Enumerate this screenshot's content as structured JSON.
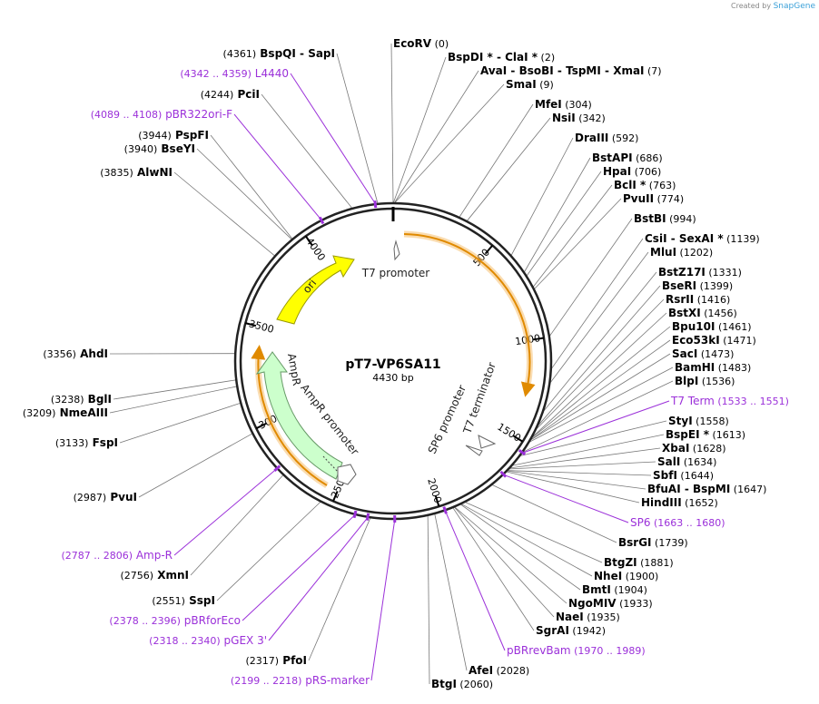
{
  "credit": {
    "prefix": "Created by",
    "brand": "SnapGene"
  },
  "plasmid": {
    "name": "pT7-VP6SA11",
    "length_label": "4430 bp",
    "length": 4430
  },
  "ticks": [
    "500",
    "1000",
    "1500",
    "2000",
    "2500",
    "3000",
    "3500",
    "4000"
  ],
  "features": [
    {
      "name": "T7 promoter",
      "color": "#ffffff",
      "outline": "#666666"
    },
    {
      "name": "SP6 promoter",
      "color": "#ffffff",
      "outline": "#666666"
    },
    {
      "name": "T7 terminator",
      "color": "#ffffff",
      "outline": "#666666"
    },
    {
      "name": "AmpR",
      "color": "#ccffcc",
      "outline": "#669966"
    },
    {
      "name": "AmpR promoter",
      "color": "#ffffff",
      "outline": "#666666"
    },
    {
      "name": "ori",
      "color": "#ffff00",
      "outline": "#999900"
    },
    {
      "name": "",
      "color": "#f0b040",
      "outline": "#e08a00"
    }
  ],
  "sites": [
    {
      "parts": [
        {
          "t": "EcoRV",
          "k": "n"
        },
        {
          "t": "(0)",
          "k": "p"
        }
      ]
    },
    {
      "parts": [
        {
          "t": "BspDI *",
          "k": "n"
        },
        {
          "t": "-",
          "k": "s"
        },
        {
          "t": "ClaI *",
          "k": "n"
        },
        {
          "t": "(2)",
          "k": "p"
        }
      ]
    },
    {
      "parts": [
        {
          "t": "AvaI",
          "k": "n"
        },
        {
          "t": "-",
          "k": "s"
        },
        {
          "t": "BsoBI",
          "k": "n"
        },
        {
          "t": "-",
          "k": "s"
        },
        {
          "t": "TspMI",
          "k": "n"
        },
        {
          "t": "-",
          "k": "s"
        },
        {
          "t": "XmaI",
          "k": "n"
        },
        {
          "t": "(7)",
          "k": "p"
        }
      ]
    },
    {
      "parts": [
        {
          "t": "SmaI",
          "k": "n"
        },
        {
          "t": "(9)",
          "k": "p"
        }
      ]
    },
    {
      "parts": [
        {
          "t": "MfeI",
          "k": "n"
        },
        {
          "t": "(304)",
          "k": "p"
        }
      ]
    },
    {
      "parts": [
        {
          "t": "NsiI",
          "k": "n"
        },
        {
          "t": "(342)",
          "k": "p"
        }
      ]
    },
    {
      "parts": [
        {
          "t": "DraIII",
          "k": "n"
        },
        {
          "t": "(592)",
          "k": "p"
        }
      ]
    },
    {
      "parts": [
        {
          "t": "BstAPI",
          "k": "n"
        },
        {
          "t": "(686)",
          "k": "p"
        }
      ]
    },
    {
      "parts": [
        {
          "t": "HpaI",
          "k": "n"
        },
        {
          "t": "(706)",
          "k": "p"
        }
      ]
    },
    {
      "parts": [
        {
          "t": "BclI *",
          "k": "n"
        },
        {
          "t": "(763)",
          "k": "p"
        }
      ]
    },
    {
      "parts": [
        {
          "t": "PvuII",
          "k": "n"
        },
        {
          "t": "(774)",
          "k": "p"
        }
      ]
    },
    {
      "parts": [
        {
          "t": "BstBI",
          "k": "n"
        },
        {
          "t": "(994)",
          "k": "p"
        }
      ]
    },
    {
      "parts": [
        {
          "t": "CsiI",
          "k": "n"
        },
        {
          "t": "-",
          "k": "s"
        },
        {
          "t": "SexAI *",
          "k": "n"
        },
        {
          "t": "(1139)",
          "k": "p"
        }
      ]
    },
    {
      "parts": [
        {
          "t": "MluI",
          "k": "n"
        },
        {
          "t": "(1202)",
          "k": "p"
        }
      ]
    },
    {
      "parts": [
        {
          "t": "BstZ17I",
          "k": "n"
        },
        {
          "t": "(1331)",
          "k": "p"
        }
      ]
    },
    {
      "parts": [
        {
          "t": "BseRI",
          "k": "n"
        },
        {
          "t": "(1399)",
          "k": "p"
        }
      ]
    },
    {
      "parts": [
        {
          "t": "RsrII",
          "k": "n"
        },
        {
          "t": "(1416)",
          "k": "p"
        }
      ]
    },
    {
      "parts": [
        {
          "t": "BstXI",
          "k": "n"
        },
        {
          "t": "(1456)",
          "k": "p"
        }
      ]
    },
    {
      "parts": [
        {
          "t": "Bpu10I",
          "k": "n"
        },
        {
          "t": "(1461)",
          "k": "p"
        }
      ]
    },
    {
      "parts": [
        {
          "t": "Eco53kI",
          "k": "n"
        },
        {
          "t": "(1471)",
          "k": "p"
        }
      ]
    },
    {
      "parts": [
        {
          "t": "SacI",
          "k": "n"
        },
        {
          "t": "(1473)",
          "k": "p"
        }
      ]
    },
    {
      "parts": [
        {
          "t": "BamHI",
          "k": "n"
        },
        {
          "t": "(1483)",
          "k": "p"
        }
      ]
    },
    {
      "parts": [
        {
          "t": "BlpI",
          "k": "n"
        },
        {
          "t": "(1536)",
          "k": "p"
        }
      ]
    },
    {
      "primer": true,
      "parts": [
        {
          "t": "T7 Term",
          "k": "n"
        },
        {
          "t": "(1533 .. 1551)",
          "k": "p"
        }
      ]
    },
    {
      "parts": [
        {
          "t": "StyI",
          "k": "n"
        },
        {
          "t": "(1558)",
          "k": "p"
        }
      ]
    },
    {
      "parts": [
        {
          "t": "BspEI *",
          "k": "n"
        },
        {
          "t": "(1613)",
          "k": "p"
        }
      ]
    },
    {
      "parts": [
        {
          "t": "XbaI",
          "k": "n"
        },
        {
          "t": "(1628)",
          "k": "p"
        }
      ]
    },
    {
      "parts": [
        {
          "t": "SalI",
          "k": "n"
        },
        {
          "t": "(1634)",
          "k": "p"
        }
      ]
    },
    {
      "parts": [
        {
          "t": "SbfI",
          "k": "n"
        },
        {
          "t": "(1644)",
          "k": "p"
        }
      ]
    },
    {
      "parts": [
        {
          "t": "BfuAI",
          "k": "n"
        },
        {
          "t": "-",
          "k": "s"
        },
        {
          "t": "BspMI",
          "k": "n"
        },
        {
          "t": "(1647)",
          "k": "p"
        }
      ]
    },
    {
      "parts": [
        {
          "t": "HindIII",
          "k": "n"
        },
        {
          "t": "(1652)",
          "k": "p"
        }
      ]
    },
    {
      "primer": true,
      "parts": [
        {
          "t": "SP6",
          "k": "n"
        },
        {
          "t": "(1663 .. 1680)",
          "k": "p"
        }
      ]
    },
    {
      "parts": [
        {
          "t": "BsrGI",
          "k": "n"
        },
        {
          "t": "(1739)",
          "k": "p"
        }
      ]
    },
    {
      "parts": [
        {
          "t": "BtgZI",
          "k": "n"
        },
        {
          "t": "(1881)",
          "k": "p"
        }
      ]
    },
    {
      "parts": [
        {
          "t": "NheI",
          "k": "n"
        },
        {
          "t": "(1900)",
          "k": "p"
        }
      ]
    },
    {
      "parts": [
        {
          "t": "BmtI",
          "k": "n"
        },
        {
          "t": "(1904)",
          "k": "p"
        }
      ]
    },
    {
      "parts": [
        {
          "t": "NgoMIV",
          "k": "n"
        },
        {
          "t": "(1933)",
          "k": "p"
        }
      ]
    },
    {
      "parts": [
        {
          "t": "NaeI",
          "k": "n"
        },
        {
          "t": "(1935)",
          "k": "p"
        }
      ]
    },
    {
      "parts": [
        {
          "t": "SgrAI",
          "k": "n"
        },
        {
          "t": "(1942)",
          "k": "p"
        }
      ]
    },
    {
      "primer": true,
      "parts": [
        {
          "t": "pBRrevBam",
          "k": "n"
        },
        {
          "t": "(1970 .. 1989)",
          "k": "p"
        }
      ]
    },
    {
      "parts": [
        {
          "t": "AfeI",
          "k": "n"
        },
        {
          "t": "(2028)",
          "k": "p"
        }
      ]
    },
    {
      "parts": [
        {
          "t": "BtgI",
          "k": "n"
        },
        {
          "t": "(2060)",
          "k": "p"
        }
      ]
    },
    {
      "primer": true,
      "parts": [
        {
          "t": "(2199 .. 2218)",
          "k": "p"
        },
        {
          "t": "pRS-marker",
          "k": "n"
        }
      ]
    },
    {
      "parts": [
        {
          "t": "(2317)",
          "k": "p"
        },
        {
          "t": "PfoI",
          "k": "n"
        }
      ]
    },
    {
      "primer": true,
      "parts": [
        {
          "t": "(2318 .. 2340)",
          "k": "p"
        },
        {
          "t": "pGEX 3'",
          "k": "n"
        }
      ]
    },
    {
      "primer": true,
      "parts": [
        {
          "t": "(2378 .. 2396)",
          "k": "p"
        },
        {
          "t": "pBRforEco",
          "k": "n"
        }
      ]
    },
    {
      "parts": [
        {
          "t": "(2551)",
          "k": "p"
        },
        {
          "t": "SspI",
          "k": "n"
        }
      ]
    },
    {
      "parts": [
        {
          "t": "(2756)",
          "k": "p"
        },
        {
          "t": "XmnI",
          "k": "n"
        }
      ]
    },
    {
      "primer": true,
      "parts": [
        {
          "t": "(2787 .. 2806)",
          "k": "p"
        },
        {
          "t": "Amp-R",
          "k": "n"
        }
      ]
    },
    {
      "parts": [
        {
          "t": "(2987)",
          "k": "p"
        },
        {
          "t": "PvuI",
          "k": "n"
        }
      ]
    },
    {
      "parts": [
        {
          "t": "(3133)",
          "k": "p"
        },
        {
          "t": "FspI",
          "k": "n"
        }
      ]
    },
    {
      "parts": [
        {
          "t": "(3209)",
          "k": "p"
        },
        {
          "t": "NmeAIII",
          "k": "n"
        }
      ]
    },
    {
      "parts": [
        {
          "t": "(3238)",
          "k": "p"
        },
        {
          "t": "BglI",
          "k": "n"
        }
      ]
    },
    {
      "parts": [
        {
          "t": "(3356)",
          "k": "p"
        },
        {
          "t": "AhdI",
          "k": "n"
        }
      ]
    },
    {
      "parts": [
        {
          "t": "(3835)",
          "k": "p"
        },
        {
          "t": "AlwNI",
          "k": "n"
        }
      ]
    },
    {
      "parts": [
        {
          "t": "(3940)",
          "k": "p"
        },
        {
          "t": "BseYI",
          "k": "n"
        }
      ]
    },
    {
      "parts": [
        {
          "t": "(3944)",
          "k": "p"
        },
        {
          "t": "PspFI",
          "k": "n"
        }
      ]
    },
    {
      "primer": true,
      "parts": [
        {
          "t": "(4089 .. 4108)",
          "k": "p"
        },
        {
          "t": "pBR322ori-F",
          "k": "n"
        }
      ]
    },
    {
      "parts": [
        {
          "t": "(4244)",
          "k": "p"
        },
        {
          "t": "PciI",
          "k": "n"
        }
      ]
    },
    {
      "primer": true,
      "parts": [
        {
          "t": "(4342 .. 4359)",
          "k": "p"
        },
        {
          "t": "L4440",
          "k": "n"
        }
      ]
    },
    {
      "parts": [
        {
          "t": "(4361)",
          "k": "p"
        },
        {
          "t": "BspQI",
          "k": "n"
        },
        {
          "t": "-",
          "k": "s"
        },
        {
          "t": "SapI",
          "k": "n"
        }
      ]
    }
  ]
}
